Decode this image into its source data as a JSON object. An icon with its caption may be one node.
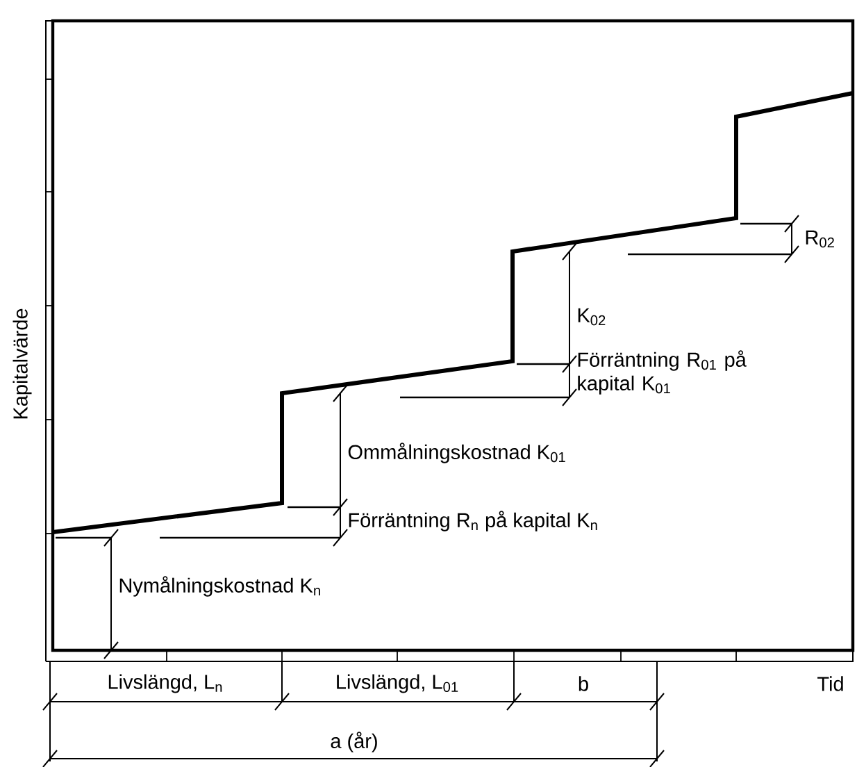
{
  "diagram": {
    "labels": [
      "R$_{02}$",
      "K$_{02}$",
      "Förräntning R$_{01}$ på kapital K$_{01}$",
      "Kapitalvärde",
      "Ommålningskostnad K$_{01}$",
      "Förräntning R$_{n}$  på kapital K$_{n}$",
      "Nymålningskostnad K$_{n}$",
      "Livslängd, L$_{n}$",
      "Livslängd, L$_{01}$",
      "b",
      "Tid",
      "a (år)"
    ]
  }
}
